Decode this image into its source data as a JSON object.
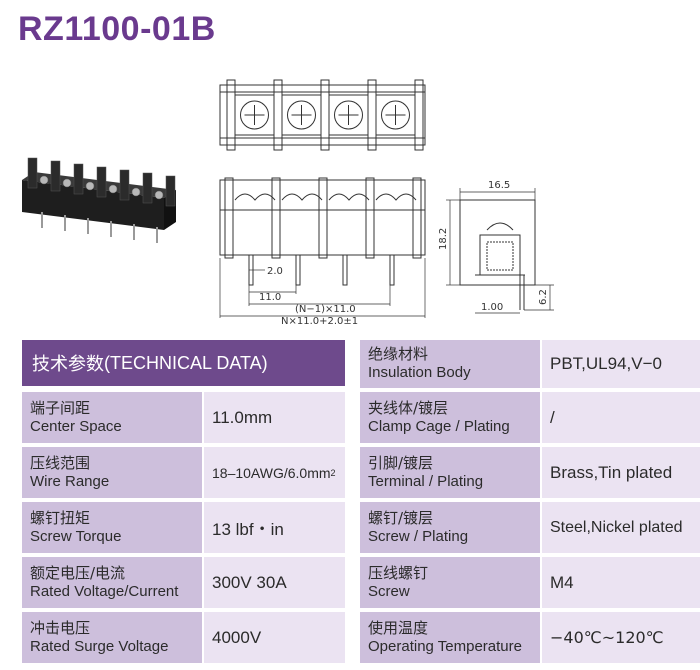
{
  "title": "RZ1100-01B",
  "drawing": {
    "dims": {
      "pin_width": "2.0",
      "pitch": "11.0",
      "n_pitch": "(N−1)×11.0",
      "total": "N×11.0+2.0±1",
      "side_width": "16.5",
      "side_height": "18.2",
      "pin_offset": "1.00",
      "pin_length": "6.2"
    }
  },
  "table": {
    "header_zh": "技术参数",
    "header_en": "(TECHNICAL DATA)",
    "left": [
      {
        "zh": "端子间距",
        "en": "Center Space",
        "value": "11.0mm"
      },
      {
        "zh": "压线范围",
        "en": "Wire Range",
        "value": "18–10AWG/6.0mm",
        "sup": "2"
      },
      {
        "zh": "螺钉扭矩",
        "en": "Screw Torque",
        "value": "13 lbf・in"
      },
      {
        "zh": "额定电压/电流",
        "en": "Rated Voltage/Current",
        "value": "300V 30A"
      },
      {
        "zh": "冲击电压",
        "en": "Rated Surge Voltage",
        "value": "4000V"
      }
    ],
    "right": [
      {
        "zh": "绝缘材料",
        "en": "Insulation Body",
        "value": "PBT,UL94,V−0"
      },
      {
        "zh": "夹线体/镀层",
        "en": "Clamp Cage / Plating",
        "value": "/"
      },
      {
        "zh": "引脚/镀层",
        "en": "Terminal / Plating",
        "value": "Brass,Tin plated"
      },
      {
        "zh": "螺钉/镀层",
        "en": "Screw / Plating",
        "value": "Steel,Nickel plated"
      },
      {
        "zh": "压线螺钉",
        "en": "Screw",
        "value": "M4"
      },
      {
        "zh": "使用温度",
        "en": "Operating Temperature",
        "value": "−40℃~120℃"
      }
    ]
  }
}
